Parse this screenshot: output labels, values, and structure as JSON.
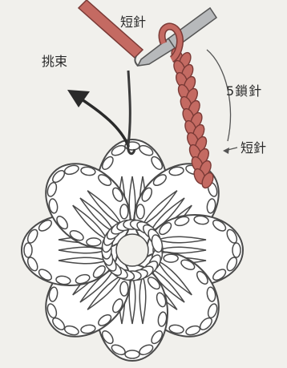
{
  "labels": {
    "top_stitch": "短針",
    "bundle_pickup": "挑束",
    "chain_count": "5鎖針",
    "right_stitch": "短針"
  },
  "colors": {
    "background": "#f1f0ec",
    "yarn_fill": "#ffffff",
    "yarn_outline": "#4a4a4a",
    "chain_fill": "#c46a62",
    "chain_outline": "#7a3a36",
    "hook_steel": "#b7b9bb",
    "text": "#2a2a2a"
  },
  "flower": {
    "petal_count": 8
  }
}
